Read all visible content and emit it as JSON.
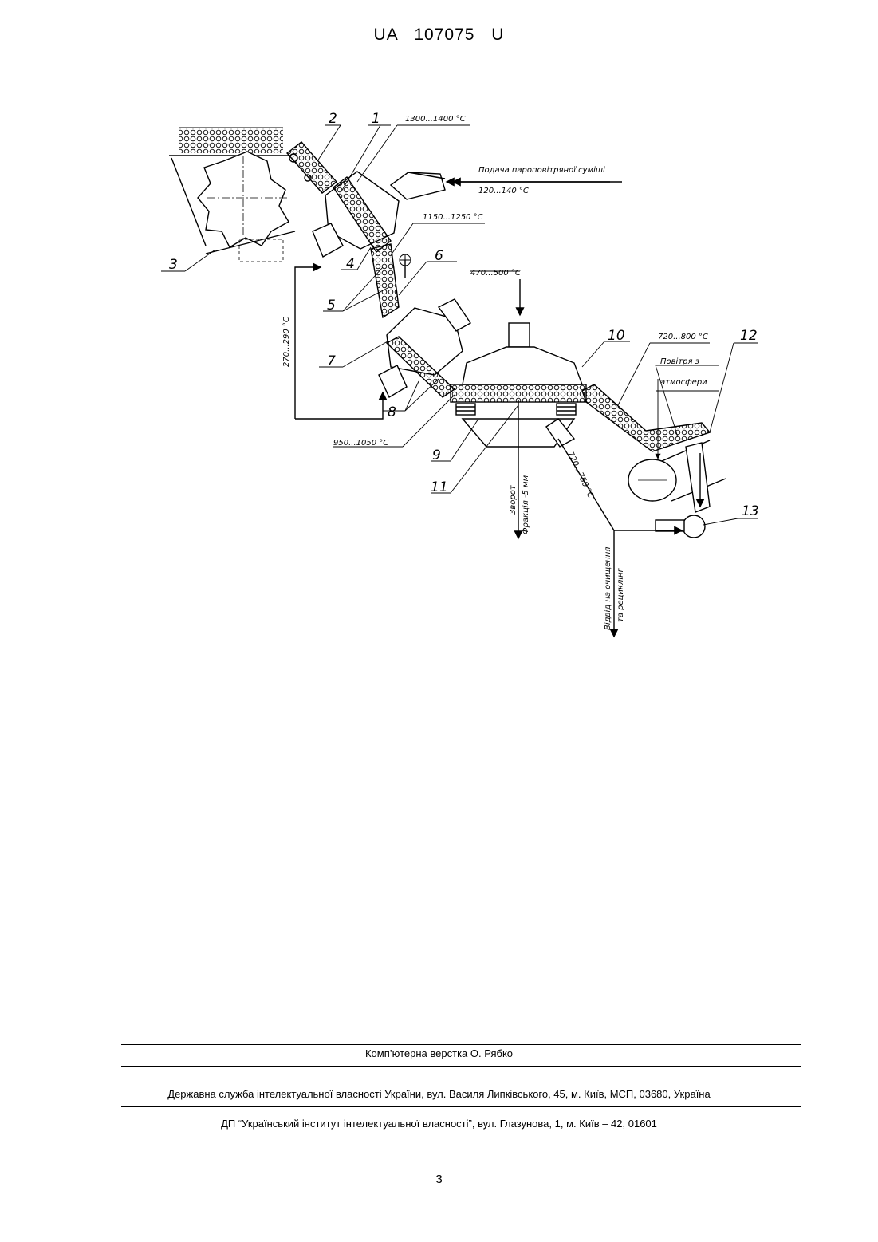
{
  "header": {
    "patent_id": "UA   107075   U"
  },
  "figure": {
    "callouts": [
      "1",
      "2",
      "3",
      "4",
      "5",
      "6",
      "7",
      "8",
      "9",
      "10",
      "11",
      "12",
      "13"
    ],
    "temperatures": {
      "t1": "1300...1400 °C",
      "t2": "1150...1250 °C",
      "t3": "470...500 °C",
      "t4": "270...290 °C",
      "t5": "950...1050 °C",
      "t6": "720...800 °C",
      "t7": "720...750 °C",
      "t8": "120...140 °C"
    },
    "annotations": {
      "steam_air_line1": "Подача пароповітряної суміші",
      "air_line1": "Повітря з",
      "air_line2": "атмосфери",
      "sinter_line1": "Зворот",
      "sinter_line2": "Фракція -5 мм",
      "exhaust_line1": "Відвід на очищення",
      "exhaust_line2": "та рециклінг"
    }
  },
  "footer": {
    "typesetting": "Комп’ютерна верстка О. Рябко",
    "agency": "Державна служба інтелектуальної власності України, вул. Василя Липківського, 45, м. Київ, МСП, 03680, Україна",
    "institute": "ДП “Український інститут інтелектуальної власності”, вул. Глазунова, 1, м. Київ – 42, 01601"
  },
  "page_number": "3",
  "colors": {
    "ink": "#000000",
    "background": "#ffffff",
    "rule": "#000000"
  }
}
